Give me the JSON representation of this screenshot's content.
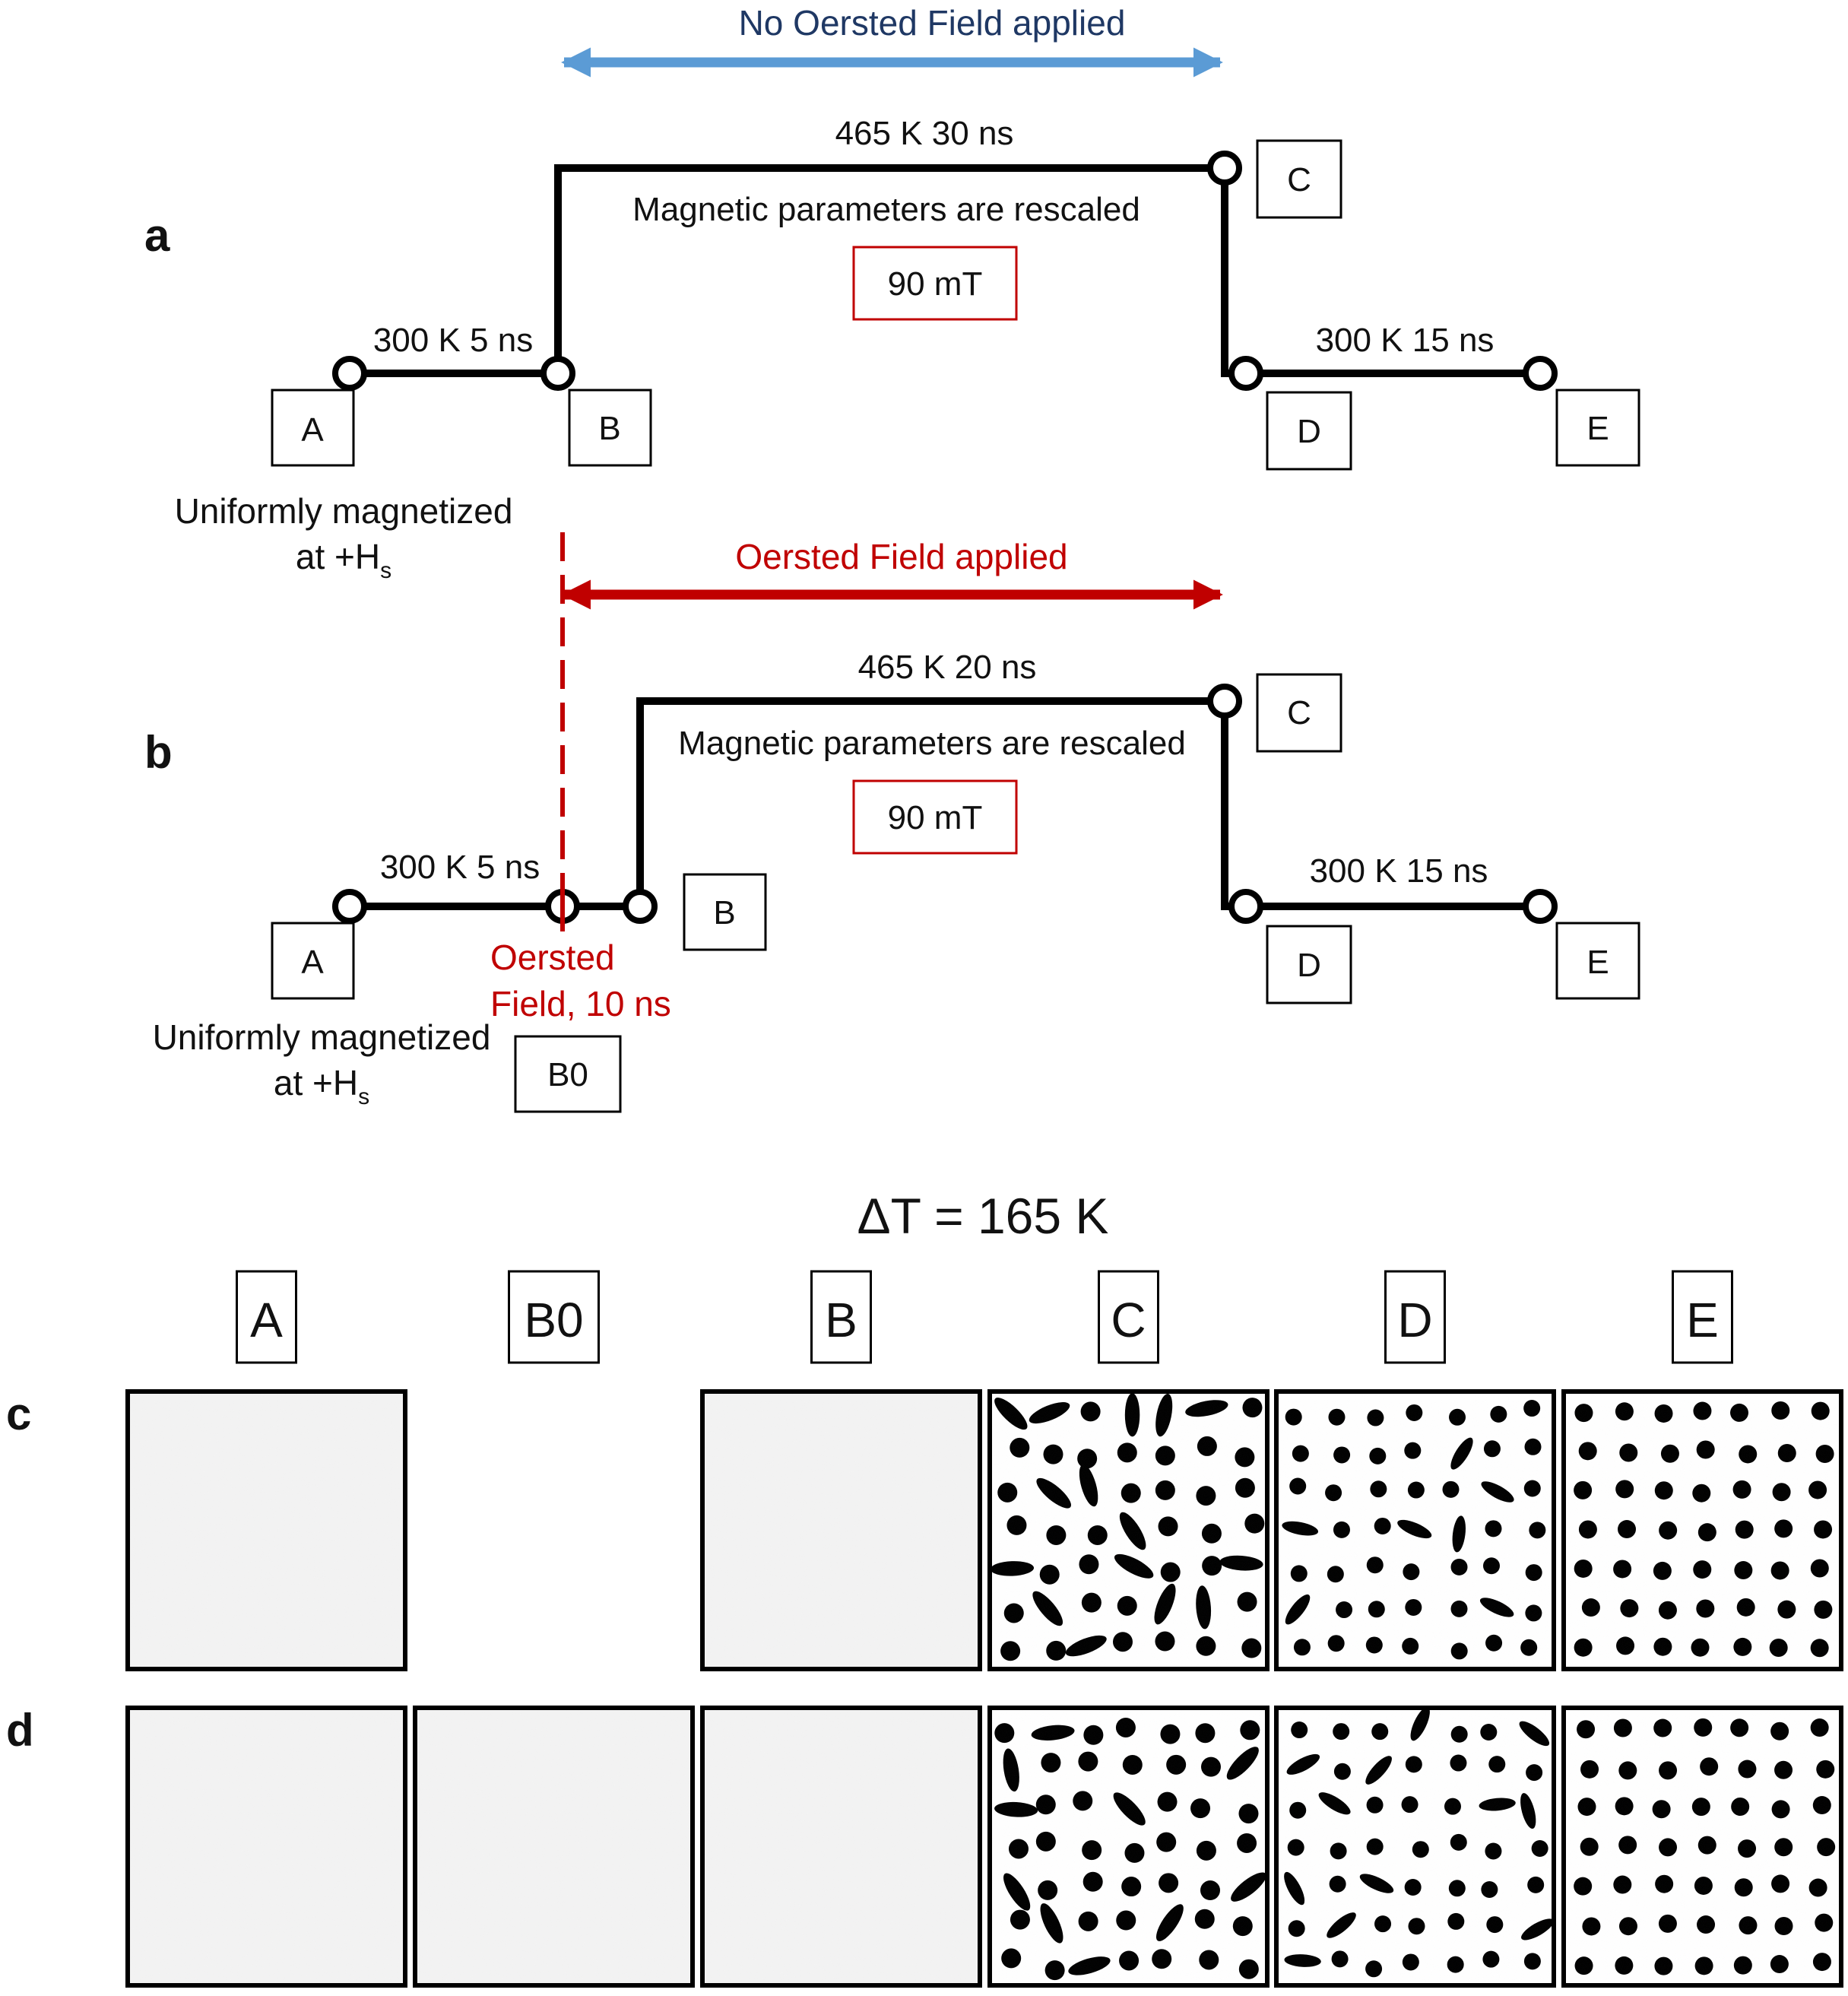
{
  "colors": {
    "line": "#000000",
    "blue_arrow": "#5b9bd5",
    "blue_text": "#1f3864",
    "red": "#c00000",
    "white": "#ffffff",
    "sample_bg": "#f3f3f3",
    "dot": "#000000"
  },
  "panel_a": {
    "label": "a",
    "arrow_text": "No Oersted Field applied",
    "stage1": "300 K 5 ns",
    "stage2": "465 K 30 ns",
    "rescaled": "Magnetic parameters are rescaled",
    "field": "90 mT",
    "stage3": "300 K 15 ns",
    "start_note_line1": "Uniformly magnetized",
    "start_note_line2": "at +H",
    "start_note_sub": "s",
    "points": [
      "A",
      "B",
      "C",
      "D",
      "E"
    ]
  },
  "panel_b": {
    "label": "b",
    "arrow_text": "Oersted Field applied",
    "stage1": "300 K 5 ns",
    "stage2": "465 K 20 ns",
    "rescaled": "Magnetic parameters are rescaled",
    "field": "90 mT",
    "stage3": "300 K 15 ns",
    "oersted_line1": "Oersted",
    "oersted_line2": "Field, 10 ns",
    "start_note_line1": "Uniformly magnetized",
    "start_note_line2": "at +H",
    "start_note_sub": "s",
    "points": [
      "A",
      "B",
      "C",
      "D",
      "E",
      "B0"
    ]
  },
  "snapshots": {
    "title": "ΔT = 165 K",
    "columns": [
      "A",
      "B0",
      "B",
      "C",
      "D",
      "E"
    ],
    "rows": [
      {
        "label": "c",
        "frames": [
          "uniform",
          "none",
          "uniform",
          "skyrmions-dense",
          "skyrmions",
          "skyrmion-lattice"
        ]
      },
      {
        "label": "d",
        "frames": [
          "uniform",
          "uniform",
          "uniform",
          "skyrmions-dense",
          "skyrmions",
          "skyrmion-lattice"
        ]
      }
    ]
  }
}
